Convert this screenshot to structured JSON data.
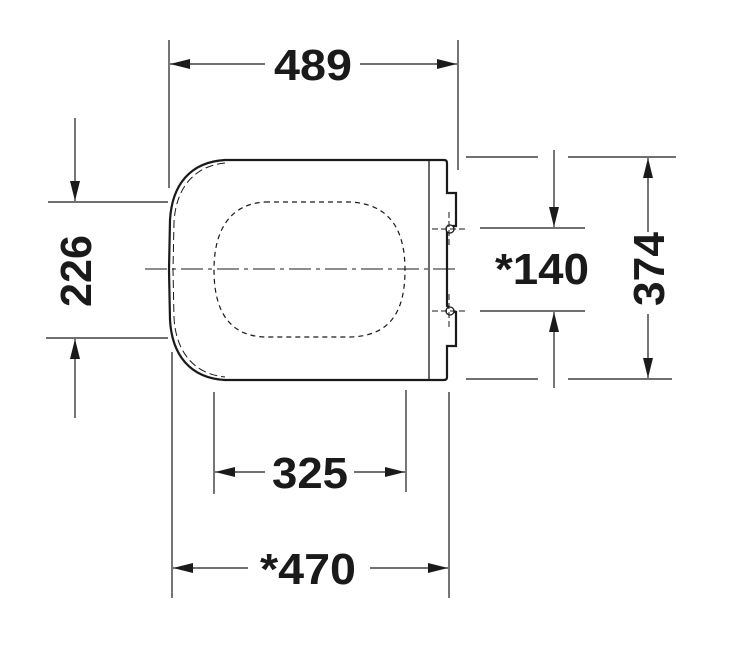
{
  "diagram": {
    "subject": "Toilet seat top view dimension drawing",
    "units": "mm",
    "line_color": "#1a1a1a",
    "background": "#ffffff",
    "dimensions": {
      "overall_length": {
        "label": "489",
        "orientation": "horizontal",
        "position": "top"
      },
      "front_width": {
        "label": "226",
        "orientation": "vertical",
        "position": "left"
      },
      "hinge_spacing": {
        "label": "*140",
        "orientation": "vertical",
        "position": "right-inner"
      },
      "overall_width": {
        "label": "374",
        "orientation": "vertical",
        "position": "right-outer"
      },
      "inner_opening_length": {
        "label": "325",
        "orientation": "horizontal",
        "position": "bottom-inner"
      },
      "fixing_distance": {
        "label": "*470",
        "orientation": "horizontal",
        "position": "bottom-outer"
      }
    }
  }
}
